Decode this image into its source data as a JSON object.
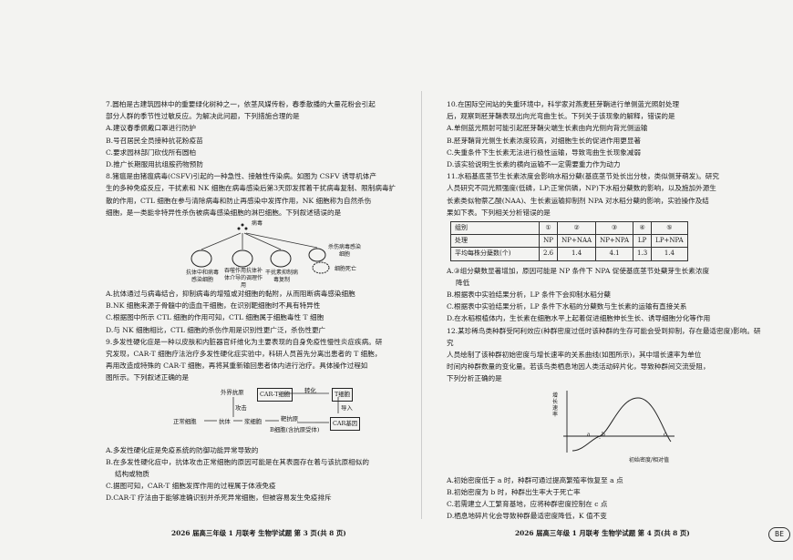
{
  "left": {
    "q7": {
      "stem": [
        "7.圆柏是古建筑园林中的重要绿化树种之一，依茎风媒传粉，春季散播的大量花粉会引起",
        "部分人群的季节性过敏反应。为解决此问题，下列措施合理的是"
      ],
      "options": [
        "A.建议春季佩戴口罩进行防护",
        "B.号召居民全员接种抗花粉疫苗",
        "C.要求园林部门砍伐所有圆柏",
        "D.推广长期服用抗组胺药物预防"
      ]
    },
    "q8": {
      "stem": [
        "8.猪瘟是由猪瘟病毒(CSFV)引起的一种急性、接触性传染病。如图为 CSFV 诱导机体产",
        "生的多种免疫反应，干扰素和 NK 细胞在病毒感染后第3天即发挥着干扰病毒复制、限制病毒扩",
        "散的作用，CTL 细胞在参与清除病毒和防止再感染中发挥作用，NK 细胞称为自然杀伤",
        "细胞，是一类能非特异性杀伤被病毒感染细胞的淋巴细胞。下列叙述错误的是"
      ],
      "diagram": {
        "virus": "病毒",
        "l1": "抗体中和病毒感染细胞",
        "l2": "吞噬作用抗体补体介导的调理作用",
        "l3": "干扰素抑制病毒复制",
        "l4": "细胞死亡",
        "l5": "杀伤病毒感染细胞"
      },
      "options": [
        "A.抗体通过与病毒结合，抑制病毒的增殖或对细胞的黏附，从而阻断病毒感染细胞",
        "B.NK 细胞来源于骨髓中的造血干细胞，在识别靶细胞时不具有特异性",
        "C.根据图中所示 CTL 细胞的作用可知，CTL 细胞属于细胞毒性 T 细胞",
        "D.与 NK 细胞相比，CTL 细胞的杀伤作用是识别性更广泛，杀伤性更广"
      ]
    },
    "q9": {
      "stem": [
        "9.多发性硬化症是一种以皮肤和内脏器官纤维化为主要表现的自身免疫性慢性炎症疾病。研",
        "究发现，CAR-T 细胞疗法治疗多发性硬化症实验中，科研人员首先分离出患者的 T 细胞，",
        "再用改造成特殊的 CAR-T 细胞，再将其重新输回患者体内进行治疗。具体操作过程如",
        "图所示。下列叙述正确的是"
      ],
      "diagram": {
        "a": "外界抗原",
        "b": "CAR-T细胞",
        "c": "T细胞",
        "d": "攻击",
        "e": "转化",
        "f": "导入",
        "g": "正常细胞",
        "h": "抗体",
        "i": "浆细胞",
        "j": "靶抗原",
        "k": "B细胞(含抗原受体)",
        "l": "CAR基因"
      },
      "options": [
        "A.多发性硬化症是免疫系统的防御功能异常导致的",
        "B.在多发性硬化症中，抗体攻击正常细胞的原因可能是在其表面存在着与该抗原相似的",
        "结构或物质",
        "C.据图可知，CAR-T 细胞发挥作用的过程属于体液免疫",
        "D.CAR-T 疗法由于能够准确识别并杀死异常细胞，但被容易发生免疫排斥"
      ]
    },
    "footer": "2026 届高三年级 1 月联考  生物学试题  第 3 页(共 8 页)"
  },
  "right": {
    "q10": {
      "stem": [
        "10.在国际空间站的失重环境中，科学家对燕麦胚芽鞘进行单侧蓝光照射处理",
        "后，观察到胚芽鞘表现出向光弯曲生长。下列关于该现象的解释，错误的是"
      ],
      "options": [
        "A.单侧蓝光照射可能引起胚芽鞘尖端生长素由向光侧向背光侧运输",
        "B.胚芽鞘背光侧生长素浓度较高，对细胞生长的促进作用更显著",
        "C.失重条件下生长素无法进行极性运输，导致弯曲生长现象减弱",
        "D.该实验说明生长素的横向运输不一定需要重力作为动力"
      ]
    },
    "q11": {
      "stem": [
        "11.水稻基底茎节生长素浓度会影响水稻分蘖(基底茎节处长出分枝，类似侧芽萌发)。研究",
        "人员研究不同光照强度(低磷，LP;正常供磷，NP)下水稻分蘖数的影响，以及施加外源生",
        "长素类似物萘乙酸(NAA)、生长素运输抑制剂 NPA 对水稻分蘖的影响，实验操作及结",
        "果如下表。下列相关分析错误的是"
      ],
      "table": {
        "r1": [
          "组别",
          "①",
          "②",
          "③",
          "④",
          "⑤"
        ],
        "r2": [
          "处理",
          "NP",
          "NP+NAA",
          "NP+NPA",
          "LP",
          "LP+NPA"
        ],
        "r3": [
          "平均每株分蘖数(个)",
          "2.6",
          "1.4",
          "4.1",
          "1.3",
          "1.4"
        ]
      },
      "options": [
        "A.③组分蘖数显著增加，原因可能是 NP 条件下 NPA 促使基底茎节处蘖芽生长素浓度",
        "降低",
        "B.根据表中实验结果分析，LP 条件下会抑制水稻分蘖",
        "C.根据表中实验结果分析，LP 条件下水稻的分蘖数与生长素的运输有直接关系",
        "D.在水稻根植体内，生长素在细胞水平上起着促进细胞伸长生长、诱导细胞分化等作用"
      ]
    },
    "q12": {
      "stem": [
        "12.某珍稀鸟类种群受阿利效应(种群密度过低时该种群的生存可能会受到抑制，存在最适密度)影响。研究",
        "人员绘制了该种群初始密度与增长速率的关系曲线(如图所示)，其中增长速率为单位",
        "时间内种群数量的变化量。若该鸟类栖息地因人类活动碎片化，导致种群间交流受阻，",
        "下列分析正确的是"
      ],
      "graph": {
        "ylabel": "增长速率",
        "xlabel": "初始密度/相对值",
        "a": "a",
        "b": "b",
        "c": "c"
      },
      "options": [
        "A.初始密度低于 a 时，种群可通过提高繁殖率恢复至 a 点",
        "B.初始密度为 b 时，种群出生率大于死亡率",
        "C.若需建立人工繁育基地，应将种群密度控制在 c 点",
        "D.栖息地碎片化会导致种群最适密度降低，K 值不变"
      ]
    },
    "footer": "2026 届高三年级 1 月联考  生物学试题  第 4 页(共 8 页)"
  },
  "logo": "BE"
}
